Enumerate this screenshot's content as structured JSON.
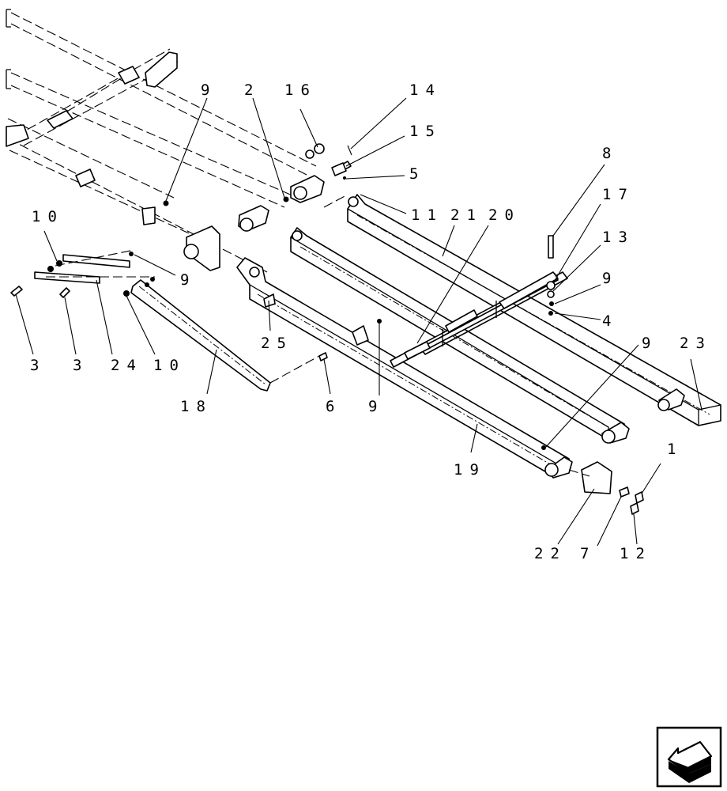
{
  "callouts": {
    "c9a": "9",
    "c2": "2",
    "c16": "16",
    "c14": "14",
    "c15": "15",
    "c5": "5",
    "c11": "11",
    "c21": "21",
    "c20": "20",
    "c8": "8",
    "c17": "17",
    "c13": "13",
    "c9b": "9",
    "c4": "4",
    "c10a": "10",
    "c9c": "9",
    "c3a": "3",
    "c3b": "3",
    "c24": "24",
    "c10b": "10",
    "c25": "25",
    "c9d": "9",
    "c23": "23",
    "c18": "18",
    "c6": "6",
    "c9e": "9",
    "c19": "19",
    "c1": "1",
    "c22": "22",
    "c7": "7",
    "c12": "12"
  },
  "icons": {
    "nav": "arrow-icon"
  }
}
